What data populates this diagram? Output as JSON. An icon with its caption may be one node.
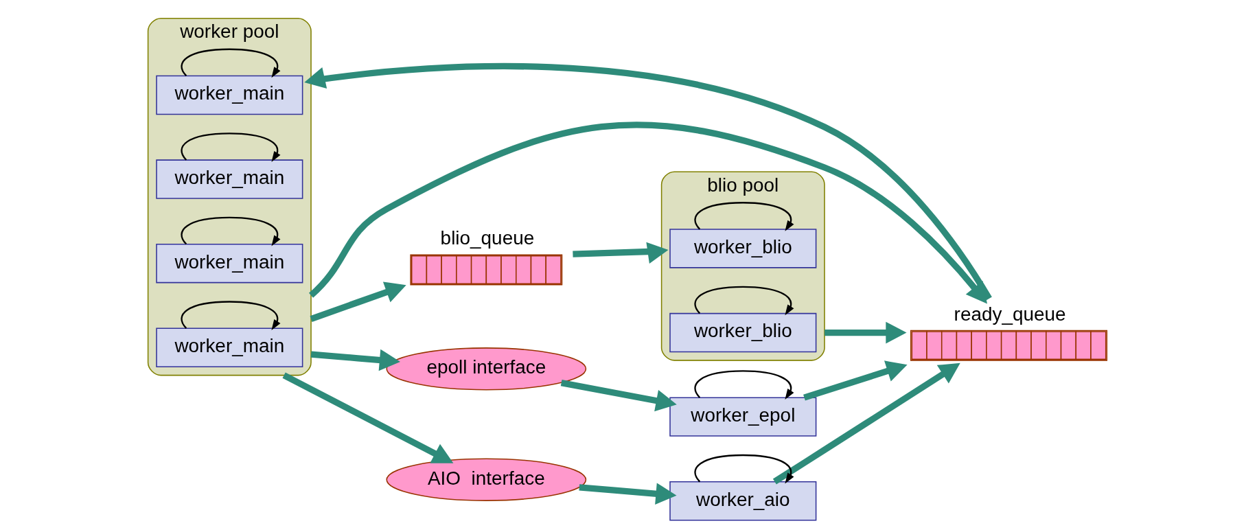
{
  "diagram": {
    "nodes": [
      {
        "text": [
          "worker pool"
        ]
      },
      {
        "text": [
          "worker_main"
        ],
        "in": 0
      },
      {
        "text": [
          "worker_main"
        ],
        "in": 0
      },
      {
        "text": [
          "worker_main"
        ],
        "in": 0
      },
      {
        "text": [
          "worker_main"
        ],
        "in": 0
      },
      {
        "text": [
          "ready_queue"
        ]
      },
      {
        "text": [
          "blio_queue"
        ]
      },
      {
        "text": [
          "blio pool"
        ]
      },
      {
        "text": [
          "worker_blio"
        ],
        "in": 7
      },
      {
        "text": [
          "worker_blio"
        ],
        "in": 7
      },
      {
        "text": [
          "epoll interface"
        ]
      },
      {
        "text": [
          "AIO  interface"
        ]
      },
      {
        "text": [
          "worker_epol"
        ]
      },
      {
        "text": [
          "worker_aio"
        ]
      }
    ],
    "edges": [
      {
        "from": 5,
        "to": 0,
        "arrow": "to"
      },
      {
        "from": 0,
        "to": 5,
        "arrow": "to"
      },
      {
        "from": 0,
        "to": 6,
        "arrow": "to"
      },
      {
        "from": 6,
        "to": 7,
        "arrow": "to"
      },
      {
        "from": 0,
        "to": 10,
        "arrow": "to"
      },
      {
        "from": 10,
        "to": 12,
        "arrow": "to"
      },
      {
        "from": 0,
        "to": 11,
        "arrow": "to"
      },
      {
        "from": 11,
        "to": 13,
        "arrow": "to"
      },
      {
        "from": 7,
        "to": 5,
        "arrow": "to"
      },
      {
        "from": 12,
        "to": 5,
        "arrow": "to"
      },
      {
        "from": 13,
        "to": 5,
        "arrow": "to"
      },
      {
        "from": 1,
        "to": 1,
        "arrow": "to",
        "color": "#000000"
      },
      {
        "from": 2,
        "to": 2,
        "arrow": "to",
        "color": "#000000"
      },
      {
        "from": 3,
        "to": 3,
        "arrow": "to",
        "color": "#000000"
      },
      {
        "from": 4,
        "to": 4,
        "arrow": "to",
        "color": "#000000"
      },
      {
        "from": 8,
        "to": 8,
        "arrow": "to",
        "color": "#000000"
      },
      {
        "from": 9,
        "to": 9,
        "arrow": "to",
        "color": "#000000"
      },
      {
        "from": 12,
        "to": 12,
        "arrow": "to",
        "color": "#000000"
      },
      {
        "from": 13,
        "to": 13,
        "arrow": "to",
        "color": "#000000"
      }
    ]
  }
}
